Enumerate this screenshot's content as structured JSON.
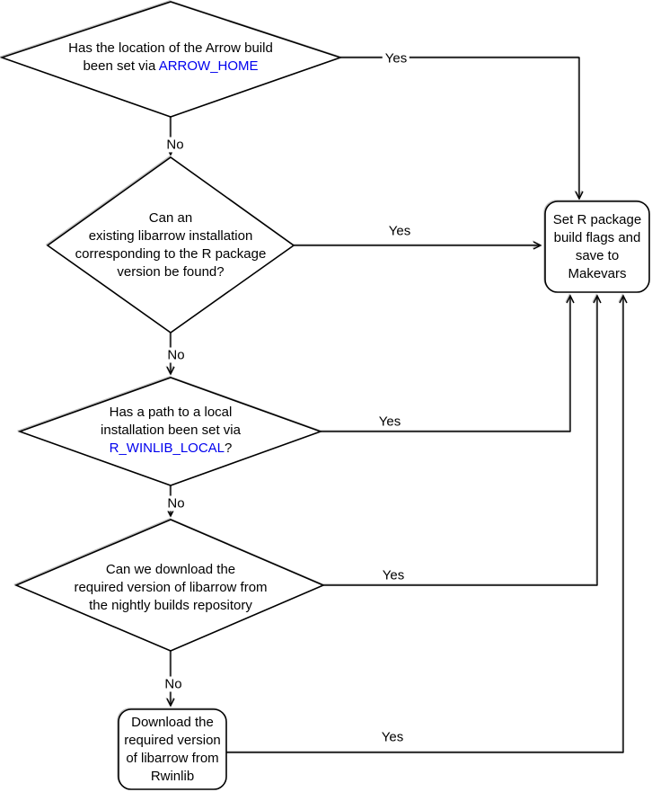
{
  "colors": {
    "accent_link": "#0000EE",
    "stroke": "#000000",
    "background": "#FFFFFF"
  },
  "nodes": {
    "arrow_home_decision": {
      "type": "decision",
      "line1": "Has the location of the Arrow build",
      "line2_prefix": "been set via ",
      "line2_code": "ARROW_HOME"
    },
    "existing_install_decision": {
      "type": "decision",
      "line1": "Can an",
      "line2": "existing libarrow installation",
      "line3": "corresponding to the R package",
      "line4": "version be found?"
    },
    "local_path_decision": {
      "type": "decision",
      "line1": "Has a path to a local",
      "line2": "installation been set via",
      "line3_code": "R_WINLIB_LOCAL",
      "line3_suffix": "?"
    },
    "nightly_download_decision": {
      "type": "decision",
      "line1": "Can we download the",
      "line2": "required version of libarrow from",
      "line3": "the nightly builds repository"
    },
    "set_flags_process": {
      "type": "process",
      "line1": "Set R package",
      "line2": "build flags and",
      "line3": "save to",
      "line4": "Makevars"
    },
    "rwinlib_download_process": {
      "type": "process",
      "line1": "Download the",
      "line2": "required version",
      "line3": "of libarrow from",
      "line4": "Rwinlib"
    }
  },
  "edges": {
    "arrow_home_yes": "Yes",
    "arrow_home_no": "No",
    "existing_install_yes": "Yes",
    "existing_install_no": "No",
    "local_path_yes": "Yes",
    "local_path_no": "No",
    "nightly_yes": "Yes",
    "nightly_no": "No",
    "rwinlib_yes": "Yes"
  }
}
